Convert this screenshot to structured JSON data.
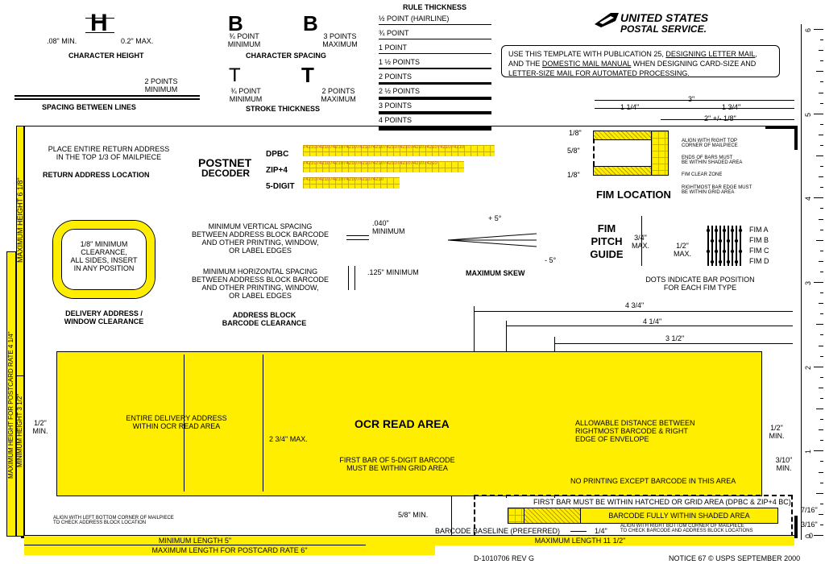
{
  "header": {
    "char_height": {
      "min": ".08\" MIN.",
      "max": "0.2\" MAX.",
      "title": "CHARACTER HEIGHT",
      "glyph": "H"
    },
    "char_spacing": {
      "left": "¾ POINT\nMINIMUM",
      "right": "3 POINTS\nMAXIMUM",
      "title": "CHARACTER SPACING",
      "glyph": "B"
    },
    "stroke_thickness": {
      "left": "¾ POINT\nMINIMUM",
      "right": "2 POINTS\nMAXIMUM",
      "title": "STROKE THICKNESS",
      "glyph": "T"
    },
    "line_spacing": {
      "min": "2 POINTS\nMINIMUM",
      "title": "SPACING BETWEEN LINES"
    },
    "rule_thickness": {
      "title": "RULE THICKNESS",
      "rows": [
        {
          "label": "½ POINT",
          "note": "(HAIRLINE)",
          "w": 0.5
        },
        {
          "label": "¾ POINT",
          "note": "",
          "w": 0.75
        },
        {
          "label": "1 POINT",
          "note": "",
          "w": 1
        },
        {
          "label": "1 ½ POINTS",
          "note": "",
          "w": 1.5
        },
        {
          "label": "2 POINTS",
          "note": "",
          "w": 2
        },
        {
          "label": "2 ½ POINTS",
          "note": "",
          "w": 2.5
        },
        {
          "label": "3 POINTS",
          "note": "",
          "w": 3
        },
        {
          "label": "4 POINTS",
          "note": "",
          "w": 4
        }
      ]
    },
    "usps": {
      "line1": "UNITED STATES",
      "line2": "POSTAL SERVICE."
    },
    "instruction": {
      "pre": "USE THIS TEMPLATE WITH PUBLICATION 25, ",
      "link1": "DESIGNING LETTER MAIL",
      "mid": ", AND THE ",
      "link2": "DOMESTIC MAIL MANUAL",
      "post": " WHEN DESIGNING CARD-SIZE AND LETTER-SIZE MAIL FOR AUTOMATED PROCESSING."
    }
  },
  "return_address": {
    "instruction": "PLACE ENTIRE RETURN ADDRESS\nIN THE TOP 1/3 OF MAILPIECE",
    "title": "RETURN ADDRESS LOCATION"
  },
  "postnet": {
    "title1": "POSTNET",
    "title2": "DECODER",
    "labels": [
      "DPBC",
      "ZIP+4",
      "5-DIGIT"
    ],
    "code": "74210"
  },
  "fim": {
    "dim_3": "3\"",
    "dim_1_1_4": "1 1/4\"",
    "dim_1_3_4": "1 3/4\"",
    "dim_2": "2\" +/- 1/8\"",
    "dim_1_8_top": "1/8\"",
    "dim_5_8": "5/8\"",
    "dim_1_8_bot": "1/8\"",
    "notes": [
      "ALIGN WITH RIGHT TOP\nCORNER OF MAILPIECE",
      "ENDS OF BARS MUST\nBE WITHIN SHADED AREA",
      "FIM CLEAR ZONE",
      "RIGHTMOST BAR EDGE MUST\nBE WITHIN GRID AREA"
    ],
    "title": "FIM LOCATION"
  },
  "fim_pitch": {
    "title": "FIM\nPITCH\nGUIDE",
    "max_3_4": "3/4\"\nMAX.",
    "max_1_2": "1/2\"\nMAX.",
    "labels": [
      "FIM A",
      "FIM B",
      "FIM C",
      "FIM D"
    ],
    "dots_note": "DOTS INDICATE BAR POSITION\nFOR EACH FIM TYPE"
  },
  "delivery_window": {
    "inner": "1/8\" MINIMUM\nCLEARANCE,\nALL SIDES, INSERT\nIN ANY POSITION",
    "title": "DELIVERY ADDRESS /\nWINDOW CLEARANCE"
  },
  "address_block": {
    "vertical": "MINIMUM VERTICAL SPACING\nBETWEEN ADDRESS BLOCK BARCODE\nAND OTHER PRINTING, WINDOW,\nOR LABEL EDGES",
    "vertical_val": ".040\"\nMINIMUM",
    "horizontal": "MINIMUM HORIZONTAL SPACING\nBETWEEN ADDRESS BLOCK BARCODE\nAND OTHER PRINTING, WINDOW,\nOR LABEL EDGES",
    "horizontal_val": ".125\" MINIMUM",
    "title": "ADDRESS BLOCK\nBARCODE CLEARANCE"
  },
  "skew": {
    "plus": "+ 5°",
    "minus": "- 5°",
    "title": "MAXIMUM SKEW"
  },
  "dims": {
    "d4_3_4": "4 3/4\"",
    "d4_1_4": "4 1/4\"",
    "d3_1_2": "3 1/2\""
  },
  "ocr": {
    "title": "OCR READ AREA",
    "entire": "ENTIRE DELIVERY ADDRESS\nWITHIN OCR READ AREA",
    "height": "2 3/4\" MAX.",
    "left_min": "1/2\"\nMIN.",
    "right_min": "1/2\"\nMIN.",
    "allowable": "ALLOWABLE DISTANCE BETWEEN\nRIGHTMOST BARCODE & RIGHT\nEDGE OF ENVELOPE",
    "first_bar_5": "FIRST BAR OF 5-DIGIT BARCODE\nMUST BE WITHIN GRID AREA",
    "no_printing": "NO PRINTING EXCEPT BARCODE IN THIS AREA",
    "first_bar_hatched": "FIRST BAR MUST BE WITHIN HATCHED OR GRID AREA (DPBC & ZIP+4 BC)",
    "fully_shaded": "BARCODE FULLY WITHIN SHADED AREA",
    "baseline": "BARCODE BASELINE (PREFERRED)",
    "d3_10": "3/10\"\nMIN.",
    "d5_8": "5/8\" MIN.",
    "d1_4": "1/4\"",
    "d7_16": "7/16\"",
    "d3_16": "3/16\"",
    "d0": "0"
  },
  "bottom": {
    "align_left": "ALIGN WITH LEFT BOTTOM CORNER OF MAILPIECE\nTO CHECK ADDRESS BLOCK LOCATION",
    "align_right": "ALIGN WITH RIGHT BOTTOM CORNER OF MAILPIECE\nTO CHECK BARCODE AND ADDRESS BLOCK LOCATIONS",
    "min_length": "MINIMUM LENGTH  5\"",
    "max_length_postcard": "MAXIMUM LENGTH FOR POSTCARD RATE  6\"",
    "max_length": "MAXIMUM LENGTH  11 1/2\"",
    "doc_id": "D-1010706 REV G",
    "notice": "NOTICE 67 © USPS SEPTEMBER 2000"
  },
  "left_side": {
    "max_height": "MAXIMUM HEIGHT  6 1/8\"",
    "max_height_postcard": "MAXIMUM HEIGHT FOR POSTCARD RATE  4 1/4\"",
    "min_height": "MINIMUM HEIGHT  3 1/2\""
  },
  "ruler": {
    "numbers": [
      "6",
      "5",
      "4",
      "3",
      "2",
      "1",
      "0"
    ]
  },
  "colors": {
    "yellow": "#ffee00",
    "black": "#000000"
  }
}
